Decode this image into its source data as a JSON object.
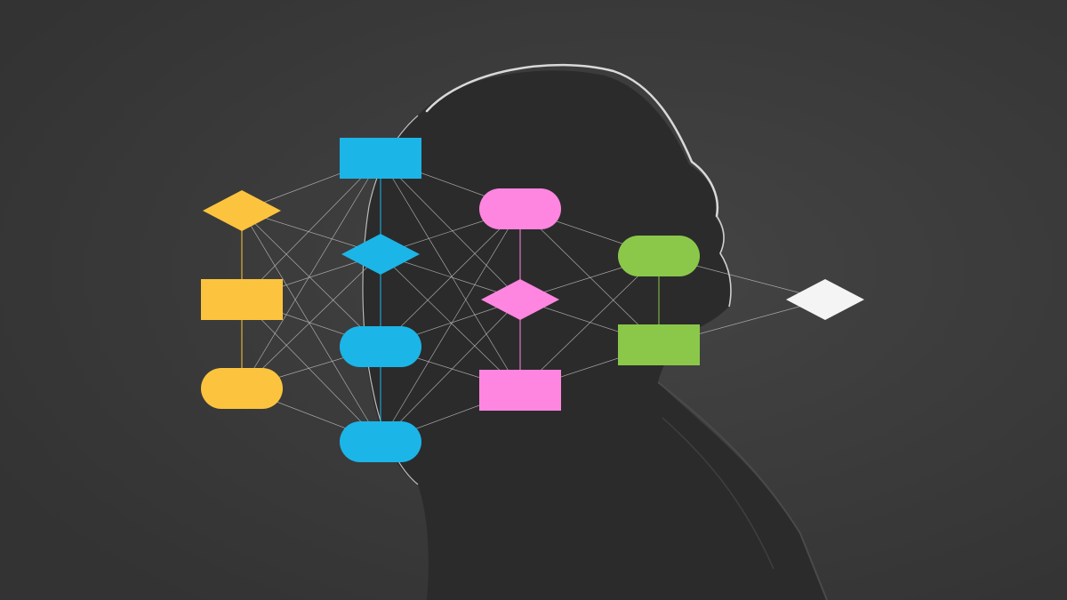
{
  "scene": {
    "subject": "silhouette-person-profile",
    "background_color": "#3a3a3a",
    "silhouette_color": "#2a2a2a",
    "rim_light_color": "#d8d8d8"
  },
  "network": {
    "edge_color": "#bdbdbd",
    "columns": [
      {
        "id": "yellow",
        "color": "#fcc43e",
        "shapes": [
          "diamond",
          "rectangle",
          "pill"
        ]
      },
      {
        "id": "blue",
        "color": "#1cb5e8",
        "shapes": [
          "rectangle",
          "diamond",
          "pill",
          "pill"
        ]
      },
      {
        "id": "pink",
        "color": "#ff86e0",
        "shapes": [
          "pill",
          "diamond",
          "rectangle"
        ]
      },
      {
        "id": "green",
        "color": "#8bc84a",
        "shapes": [
          "pill",
          "rectangle"
        ]
      },
      {
        "id": "white",
        "color": "#f4f4f4",
        "shapes": [
          "diamond"
        ]
      }
    ]
  }
}
